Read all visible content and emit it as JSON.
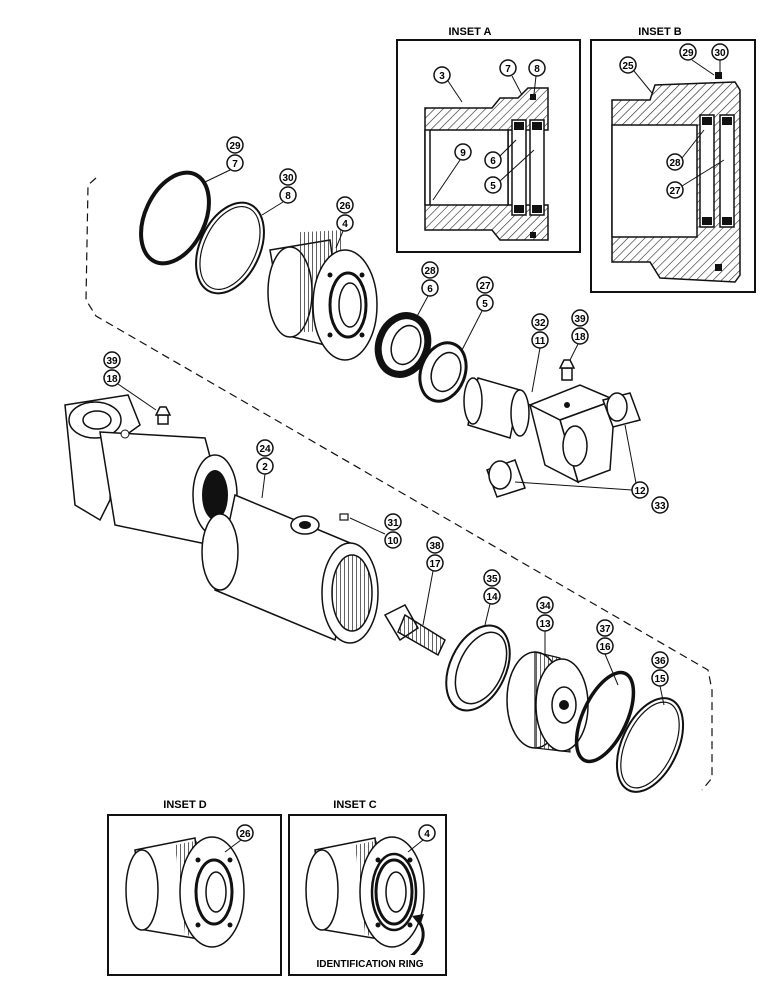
{
  "insets": {
    "a": {
      "title": "INSET A"
    },
    "b": {
      "title": "INSET B"
    },
    "c": {
      "title": "INSET C",
      "note": "IDENTIFICATION RING"
    },
    "d": {
      "title": "INSET D"
    }
  },
  "callouts": {
    "insetA": [
      "3",
      "7",
      "8",
      "9",
      "6",
      "5"
    ],
    "insetB": [
      "25",
      "29",
      "30",
      "28",
      "27"
    ],
    "insetC": [
      "4"
    ],
    "insetD": [
      "26"
    ],
    "main": [
      "29",
      "7",
      "30",
      "8",
      "26",
      "4",
      "28",
      "6",
      "27",
      "5",
      "32",
      "11",
      "39",
      "18",
      "39",
      "18",
      "24",
      "2",
      "31",
      "10",
      "12",
      "33",
      "38",
      "17",
      "35",
      "14",
      "34",
      "13",
      "37",
      "16",
      "36",
      "15"
    ]
  }
}
